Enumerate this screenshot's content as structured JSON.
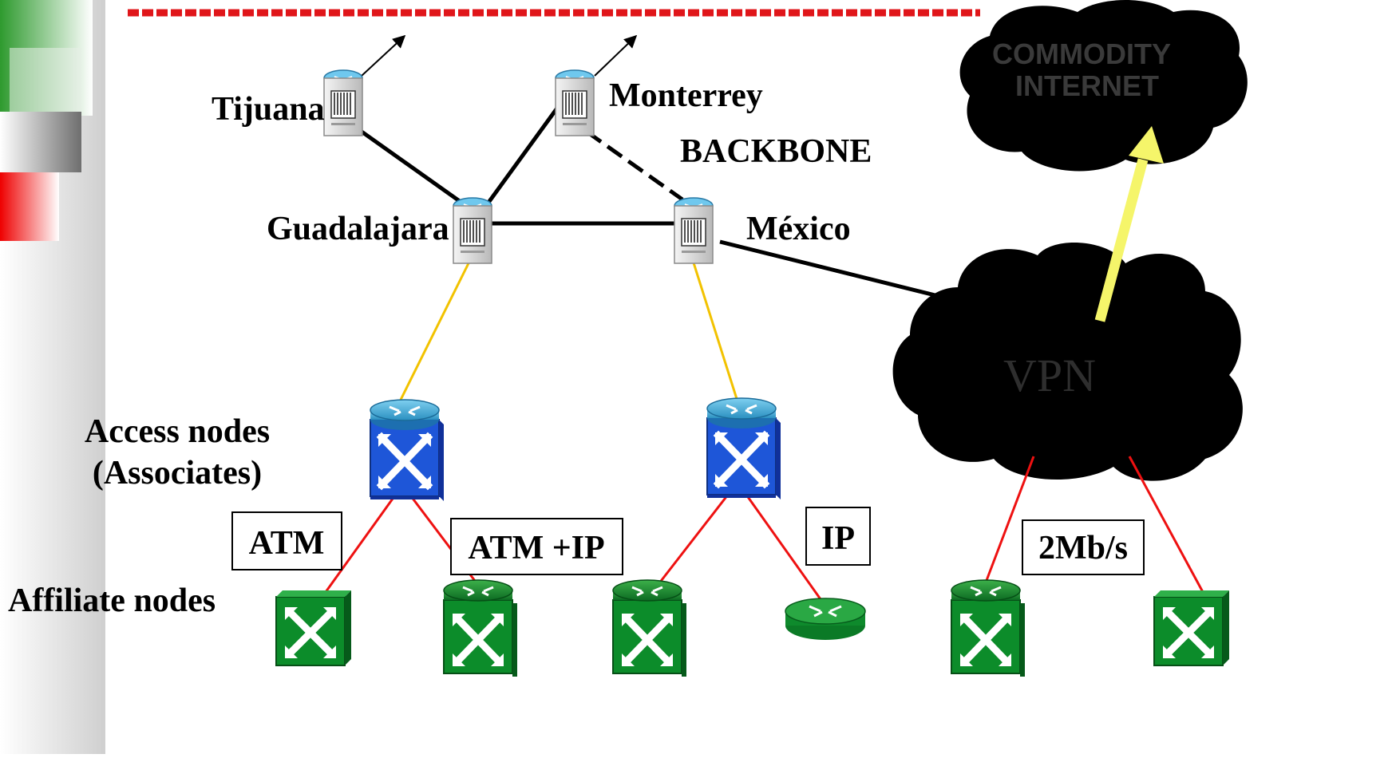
{
  "colors": {
    "backbone_link": "#000000",
    "access_link": "#f2c200",
    "affiliate_link": "#ee1111",
    "internet_arrow": "#f5f56a",
    "dashed_header": "#e0161a",
    "cloud": "#000000",
    "access_switch": "#1f5fe0",
    "affiliate_switch": "#0f8a2a"
  },
  "backbone": {
    "title": "BACKBONE",
    "routers": [
      {
        "id": "tijuana",
        "label": "Tijuana"
      },
      {
        "id": "monterrey",
        "label": "Monterrey"
      },
      {
        "id": "guadalajara",
        "label": "Guadalajara"
      },
      {
        "id": "mexico",
        "label": "México"
      }
    ]
  },
  "clouds": {
    "commodity": {
      "line1": "COMMODITY",
      "line2": "INTERNET"
    },
    "vpn": {
      "label": "VPN"
    }
  },
  "tiers": {
    "access": {
      "line1": "Access nodes",
      "line2": "(Associates)"
    },
    "affiliate": {
      "label": "Affiliate nodes"
    }
  },
  "link_labels": {
    "atm": "ATM",
    "atm_ip": "ATM +IP",
    "ip": "IP",
    "rate": "2Mb/s"
  },
  "icons": [
    "router-server-icon",
    "atm-switch-icon",
    "router-icon",
    "atm-router-switch-icon",
    "cloud-icon"
  ]
}
